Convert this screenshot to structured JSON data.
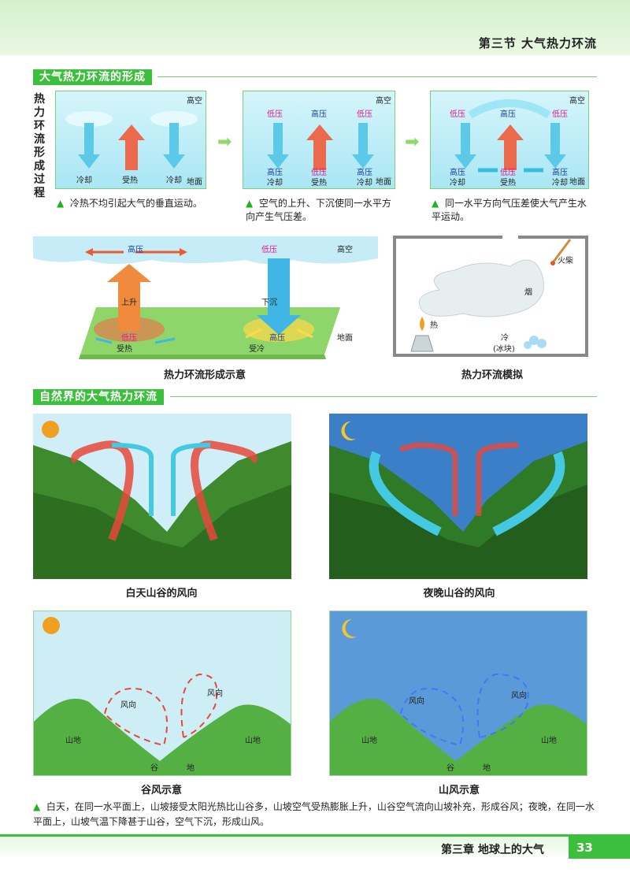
{
  "header": {
    "title": "第三节  大气热力环流"
  },
  "section1": {
    "title": "大气热力环流的形成",
    "vertical_label": [
      "热",
      "力",
      "环",
      "流",
      "形",
      "成",
      "过",
      "程"
    ],
    "panels": [
      {
        "top_label": "高空",
        "bottom_label": "地面",
        "left": "冷却",
        "center": "受热",
        "right": "冷却"
      },
      {
        "top_label": "高空",
        "bottom_label": "地面",
        "top_pressures": [
          "低压",
          "高压",
          "低压"
        ],
        "bottom_pressures": [
          "高压",
          "低压",
          "高压"
        ],
        "left": "冷却",
        "center": "受热",
        "right": "冷却"
      },
      {
        "top_label": "高空",
        "bottom_label": "地面",
        "top_pressures": [
          "低压",
          "高压",
          "低压"
        ],
        "bottom_pressures": [
          "高压",
          "低压",
          "高压"
        ],
        "left": "冷却",
        "center": "受热",
        "right": "冷却"
      }
    ],
    "captions": [
      "冷热不均引起大气的垂直运动。",
      "空气的上升、下沉使同一水平方向产生气压差。",
      "同一水平方向气压差使大气产生水平运动。"
    ],
    "diagram": {
      "high_sky": "高空",
      "ground": "地面",
      "high1": "高压",
      "low1": "低压",
      "rise": "上升",
      "sink": "下沉",
      "low2": "低压",
      "heat": "受热",
      "high2": "高压",
      "cool": "受冷",
      "caption": "热力环流形成示意"
    },
    "model": {
      "match": "火柴",
      "smoke": "烟",
      "heat": "热",
      "cold": "冷",
      "ice": "(冰块)",
      "caption": "热力环流模拟"
    }
  },
  "section2": {
    "title": "自然界的大气热力环流",
    "photo_captions": [
      "白天山谷的风向",
      "夜晚山谷的风向"
    ],
    "diagram_captions": [
      "谷风示意",
      "山风示意"
    ],
    "wind_label": "风向",
    "slope_label": "山地",
    "valley_label": [
      "谷",
      "地"
    ],
    "note": "白天，在同一水平面上，山坡接受太阳光热比山谷多，山坡空气受热膨胀上升，山谷空气流向山坡补充，形成谷风；夜晚，在同一水平面上，山坡气温下降甚于山谷，空气下沉，形成山风。"
  },
  "footer": {
    "chapter": "第三章   地球上的大气",
    "page": "33"
  },
  "colors": {
    "accent": "#3cbf3c",
    "warm": "#e8483c",
    "cool": "#33bde0",
    "low": "#e0198c",
    "high": "#1a3fa8"
  }
}
